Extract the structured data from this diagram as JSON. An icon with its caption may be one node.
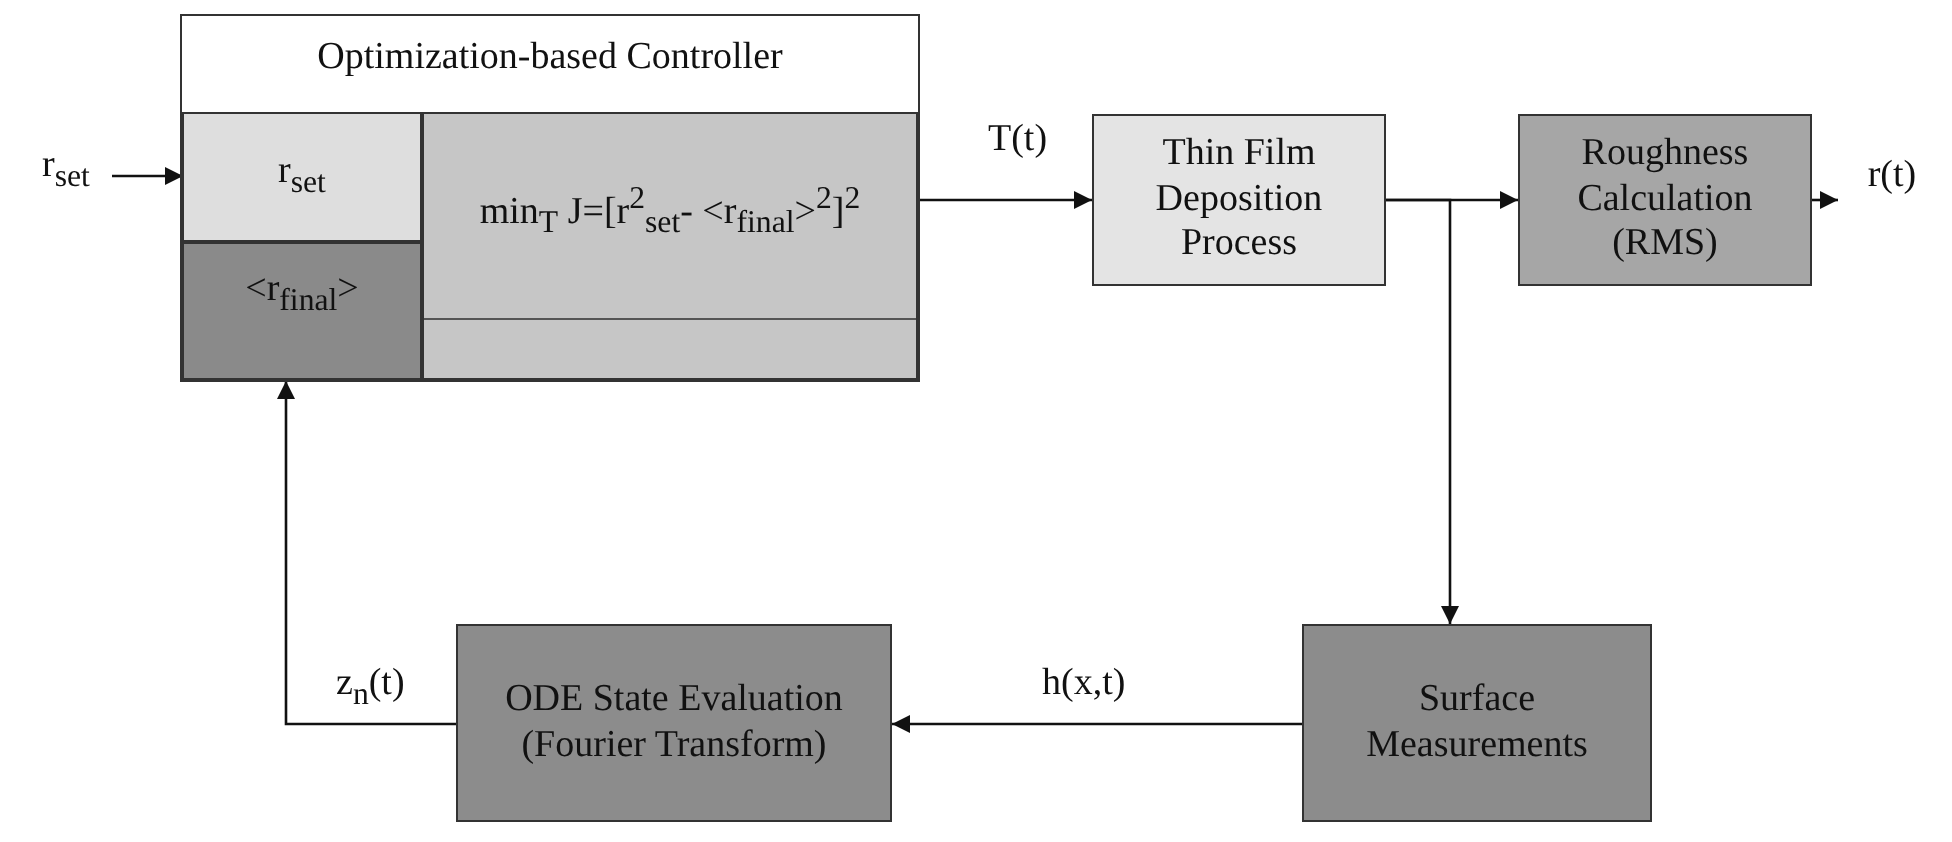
{
  "diagram": {
    "nodes": [
      {
        "text": [
          "r$_{set}$"
        ]
      },
      {
        "text": [
          "Optimization-based Controller"
        ]
      },
      {
        "text": [
          "r$_{set}$"
        ],
        "in": 1
      },
      {
        "text": [
          "<r$_{final}$>"
        ],
        "in": 1
      },
      {
        "text": [
          "min$_{T}$ J=[r$^{2}$$_{set}$- <r$_{final}$>$^{2}$]$^{2}$"
        ],
        "in": 1
      },
      {
        "text": [
          "Thin Film Deposition Process"
        ]
      },
      {
        "text": [
          "Roughness Calculation (RMS)"
        ]
      },
      {
        "text": [
          "r(t)"
        ]
      },
      {
        "text": [
          "Surface Measurements"
        ]
      },
      {
        "text": [
          "ODE State Evaluation (Fourier Transform)"
        ]
      }
    ],
    "edges": [
      {
        "from": 0,
        "to": 2,
        "arrow": "to"
      },
      {
        "from": 1,
        "to": 5,
        "arrow": "to",
        "label": "T(t)"
      },
      {
        "from": 5,
        "to": 6,
        "arrow": "to"
      },
      {
        "from": 6,
        "to": 7,
        "arrow": "to"
      },
      {
        "from": 5,
        "to": 8,
        "arrow": "to"
      },
      {
        "from": 8,
        "to": 9,
        "arrow": "to",
        "label": "h(x,t)"
      },
      {
        "from": 9,
        "to": 3,
        "arrow": "to",
        "label": "z$_{n}$(t)"
      }
    ]
  }
}
